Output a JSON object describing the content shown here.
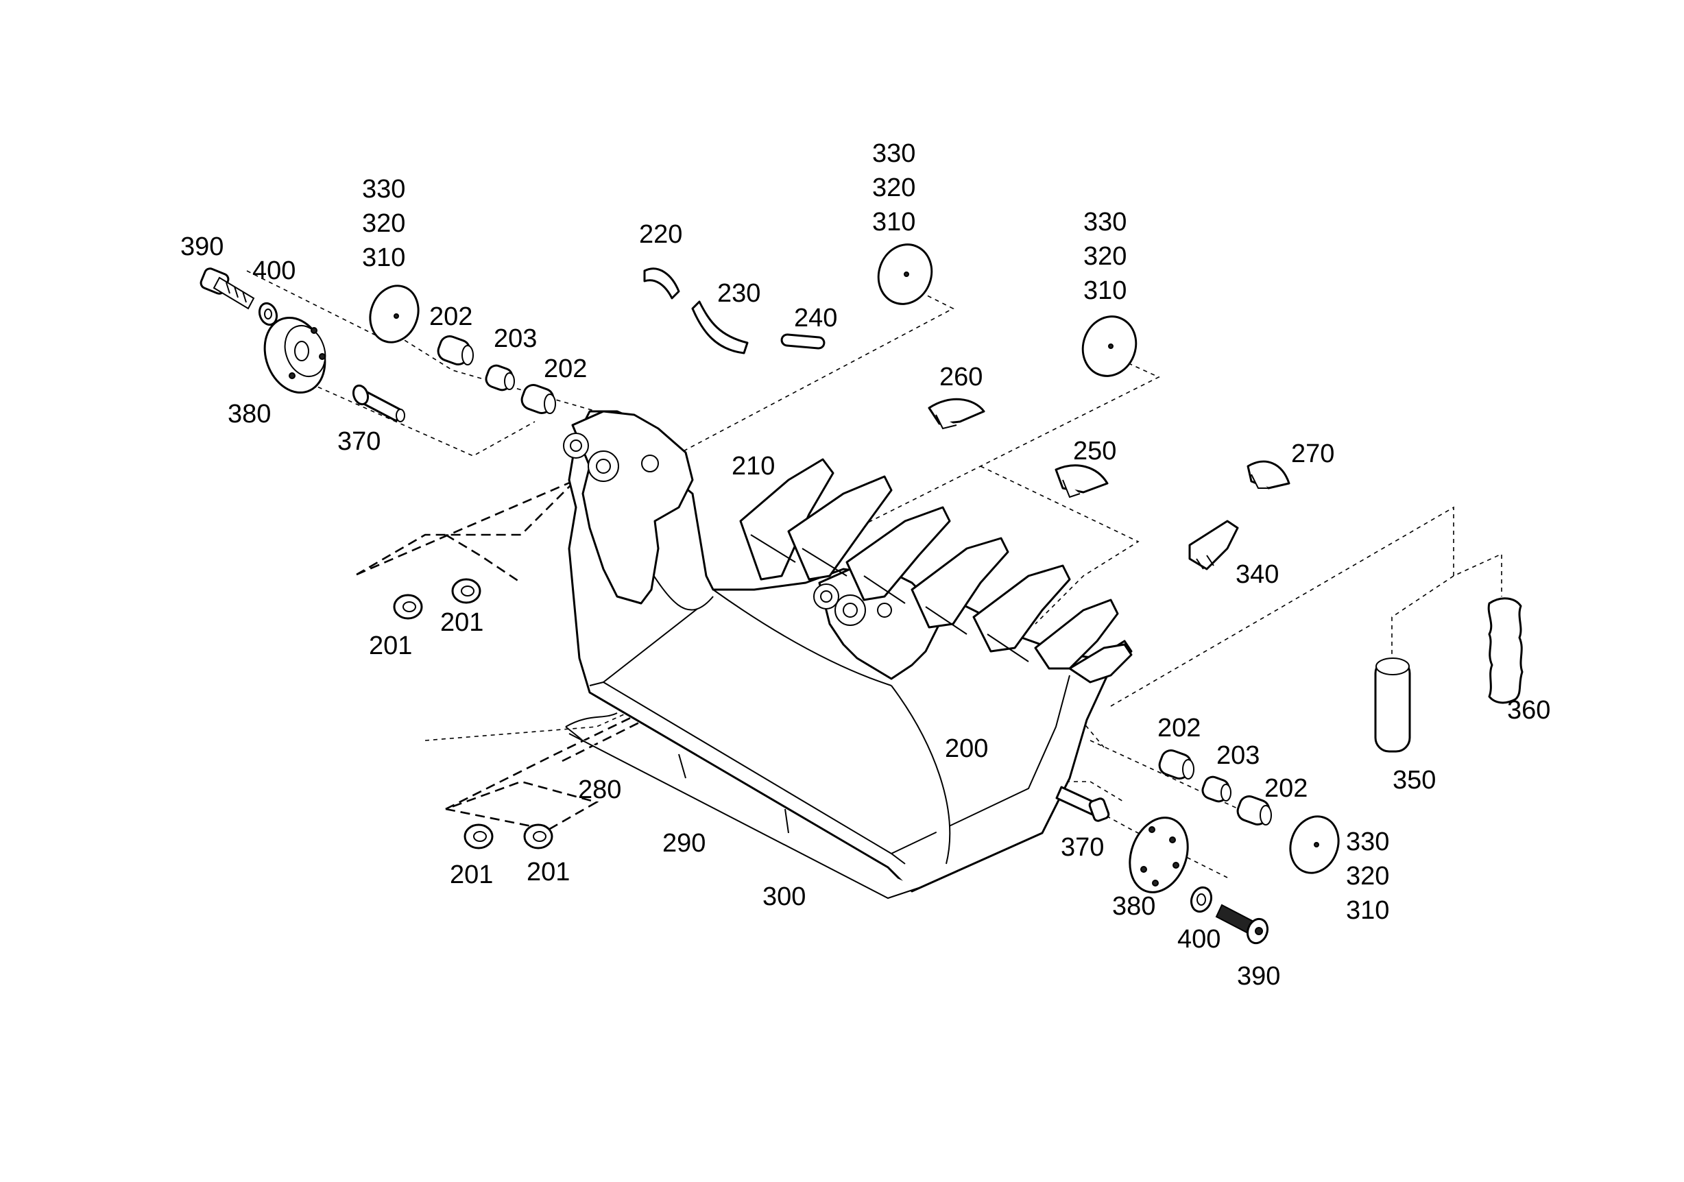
{
  "labels": {
    "l390a": "390",
    "l400a": "400",
    "l380a": "380",
    "l370a": "370",
    "l330a": "330",
    "l320a": "320",
    "l310a": "310",
    "l202a": "202",
    "l203a": "203",
    "l202b": "202",
    "l220": "220",
    "l230": "230",
    "l240": "240",
    "l330b": "330",
    "l320b": "320",
    "l310b": "310",
    "l330c": "330",
    "l320c": "320",
    "l310c": "310",
    "l260": "260",
    "l210": "210",
    "l250": "250",
    "l270": "270",
    "l340": "340",
    "l201a": "201",
    "l201b": "201",
    "l201c": "201",
    "l201d": "201",
    "l280": "280",
    "l290": "290",
    "l300": "300",
    "l200": "200",
    "l202c": "202",
    "l203b": "203",
    "l202d": "202",
    "l330d": "330",
    "l320d": "320",
    "l310d": "310",
    "l370b": "370",
    "l380b": "380",
    "l400b": "400",
    "l390b": "390",
    "l350": "350",
    "l360": "360"
  },
  "colors": {
    "line": "#000000",
    "background": "#ffffff"
  }
}
